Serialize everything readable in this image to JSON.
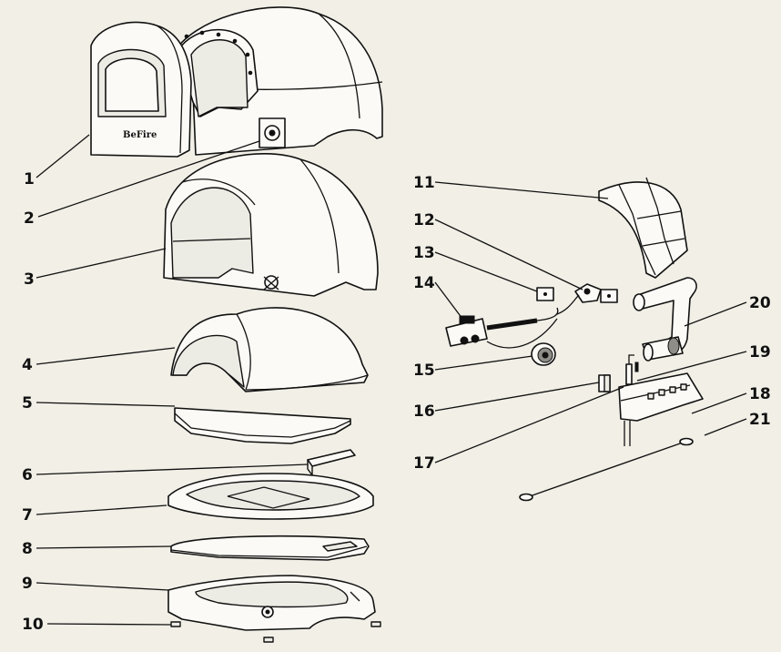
{
  "diagram": {
    "brand_mark": "BeFire",
    "callouts": [
      {
        "n": "1"
      },
      {
        "n": "2"
      },
      {
        "n": "3"
      },
      {
        "n": "4"
      },
      {
        "n": "5"
      },
      {
        "n": "6"
      },
      {
        "n": "7"
      },
      {
        "n": "8"
      },
      {
        "n": "9"
      },
      {
        "n": "10"
      },
      {
        "n": "11"
      },
      {
        "n": "12"
      },
      {
        "n": "13"
      },
      {
        "n": "14"
      },
      {
        "n": "15"
      },
      {
        "n": "16"
      },
      {
        "n": "17"
      },
      {
        "n": "18"
      },
      {
        "n": "19"
      },
      {
        "n": "20"
      },
      {
        "n": "21"
      }
    ]
  }
}
